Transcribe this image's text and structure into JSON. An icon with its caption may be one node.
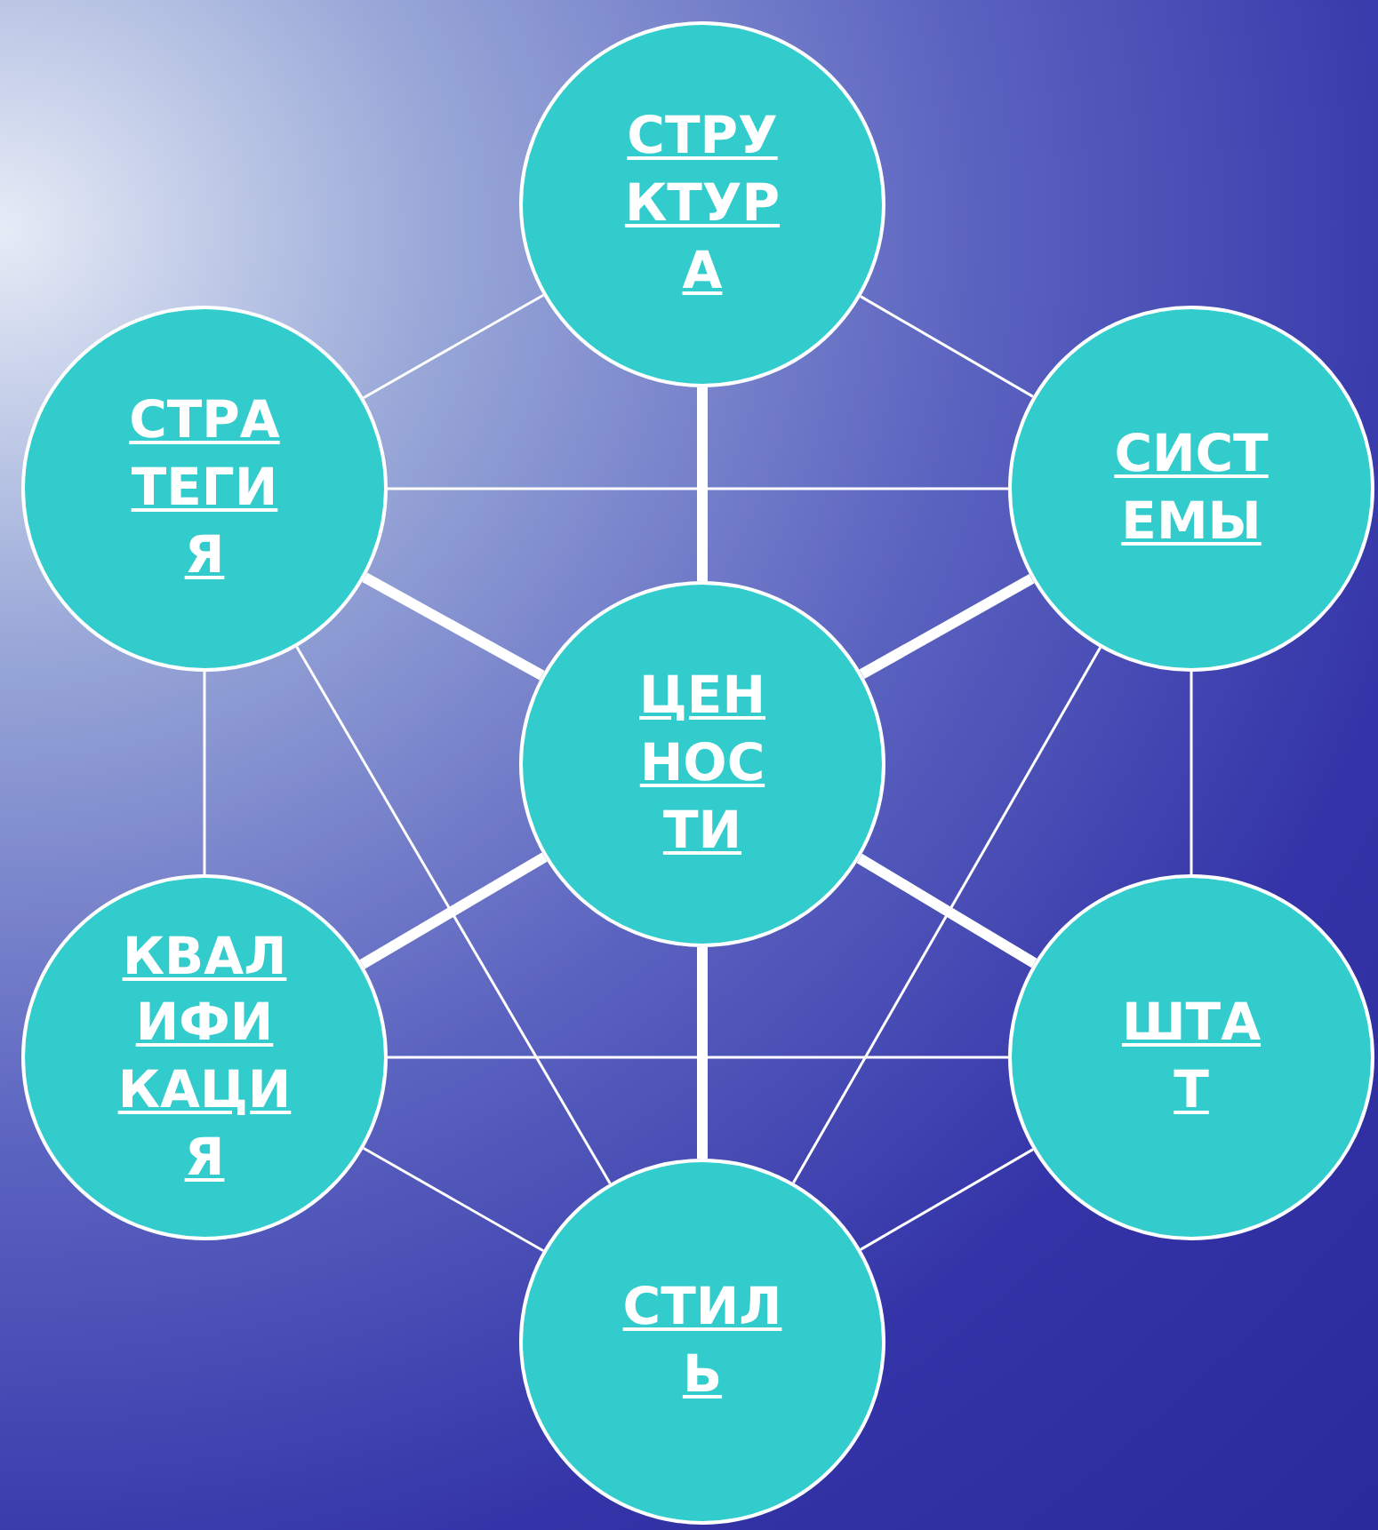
{
  "diagram": {
    "nodes": [
      {
        "text": [
          "СТРУКТУРА"
        ]
      },
      {
        "text": [
          "СТРАТЕГИЯ"
        ]
      },
      {
        "text": [
          "СИСТЕМЫ"
        ]
      },
      {
        "text": [
          "ЦЕННОСТИ"
        ]
      },
      {
        "text": [
          "КВАЛИФИКАЦИЯ"
        ]
      },
      {
        "text": [
          "ШТАТ"
        ]
      },
      {
        "text": [
          "СТИЛЬ"
        ]
      }
    ],
    "edges": [
      {
        "from": 0,
        "to": 1,
        "arrow": "none"
      },
      {
        "from": 0,
        "to": 2,
        "arrow": "none"
      },
      {
        "from": 1,
        "to": 2,
        "arrow": "none"
      },
      {
        "from": 1,
        "to": 4,
        "arrow": "none"
      },
      {
        "from": 1,
        "to": 6,
        "arrow": "none"
      },
      {
        "from": 2,
        "to": 5,
        "arrow": "none"
      },
      {
        "from": 2,
        "to": 6,
        "arrow": "none"
      },
      {
        "from": 4,
        "to": 5,
        "arrow": "none"
      },
      {
        "from": 4,
        "to": 6,
        "arrow": "none"
      },
      {
        "from": 5,
        "to": 6,
        "arrow": "none"
      },
      {
        "from": 3,
        "to": 0,
        "arrow": "none",
        "style": "thick"
      },
      {
        "from": 3,
        "to": 1,
        "arrow": "none",
        "style": "thick"
      },
      {
        "from": 3,
        "to": 2,
        "arrow": "none",
        "style": "thick"
      },
      {
        "from": 3,
        "to": 4,
        "arrow": "none",
        "style": "thick"
      },
      {
        "from": 3,
        "to": 5,
        "arrow": "none",
        "style": "thick"
      },
      {
        "from": 3,
        "to": 6,
        "arrow": "none",
        "style": "thick"
      }
    ]
  }
}
